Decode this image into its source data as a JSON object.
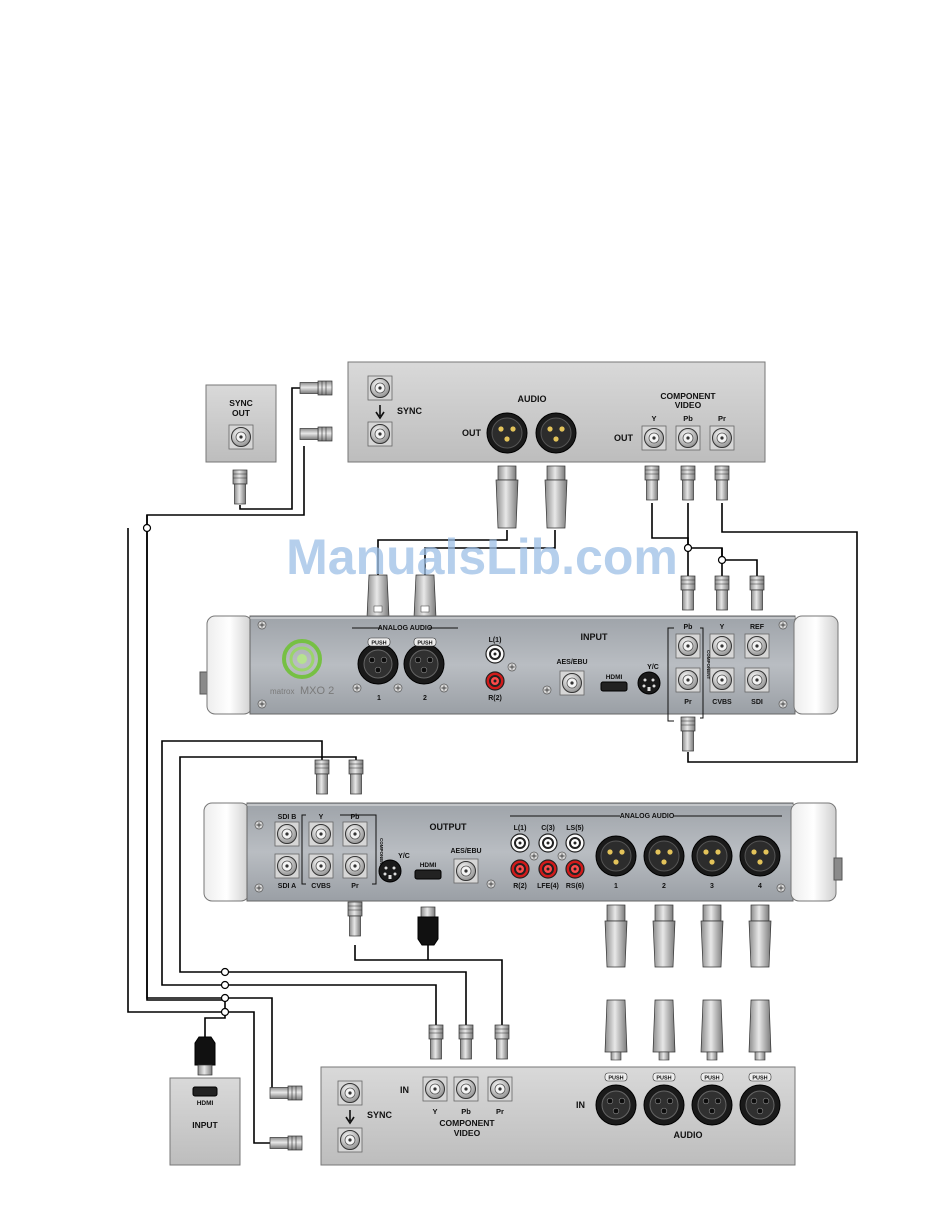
{
  "devices": {
    "sync_out": {
      "title_line1": "SYNC",
      "title_line2": "OUT"
    },
    "deck_top": {
      "sync_label": "SYNC",
      "audio_label": "AUDIO",
      "audio_out_label": "OUT",
      "component_label_line1": "COMPONENT",
      "component_label_line2": "VIDEO",
      "component_out_label": "OUT",
      "port_y": "Y",
      "port_pb": "Pb",
      "port_pr": "Pr"
    },
    "mxo_input": {
      "analog_audio_label": "ANALOG AUDIO",
      "push_label": "PUSH",
      "xlr1_label": "1",
      "xlr2_label": "2",
      "l1_label": "L(1)",
      "r2_label": "R(2)",
      "input_label": "INPUT",
      "aes_label": "AES/EBU",
      "hdmi_label": "HDMI",
      "yc_label": "Y/C",
      "pb_label": "Pb",
      "y_label": "Y",
      "ref_label": "REF",
      "pr_label": "Pr",
      "cvbs_label": "CVBS",
      "sdi_label": "SDI",
      "component_vertical": "COMPONENT",
      "brand_small": "matrox",
      "brand_model": "MXO 2"
    },
    "mxo_output": {
      "sdi_b_label": "SDI B",
      "sdi_a_label": "SDI A",
      "y_label": "Y",
      "pb_label": "Pb",
      "cvbs_label": "CVBS",
      "pr_label": "Pr",
      "component_vertical": "COMPONENT",
      "yc_label": "Y/C",
      "output_label": "OUTPUT",
      "hdmi_label": "HDMI",
      "aes_label": "AES/EBU",
      "l1_label": "L(1)",
      "c3_label": "C(3)",
      "ls5_label": "LS(5)",
      "r2_label": "R(2)",
      "lfe4_label": "LFE(4)",
      "rs6_label": "RS(6)",
      "analog_audio_label": "ANALOG AUDIO",
      "xlr1_label": "1",
      "xlr2_label": "2",
      "xlr3_label": "3",
      "xlr4_label": "4"
    },
    "hdmi_input": {
      "hdmi_label": "HDMI",
      "input_label": "INPUT"
    },
    "deck_bottom": {
      "sync_label": "SYNC",
      "in_label": "IN",
      "port_y": "Y",
      "port_pb": "Pb",
      "port_pr": "Pr",
      "component_label_line1": "COMPONENT",
      "component_label_line2": "VIDEO",
      "audio_in_label": "IN",
      "audio_label": "AUDIO",
      "push_label": "PUSH"
    }
  },
  "watermark": "ManualsLib.com",
  "colors": {
    "panel_gray": "#c9c9c9",
    "mxo_panel": "#a9adb2",
    "cable": "#000000",
    "rca_red": "#d11a1a",
    "logo_green": "#76c043",
    "watermark_blue": "#9dbfe6"
  }
}
